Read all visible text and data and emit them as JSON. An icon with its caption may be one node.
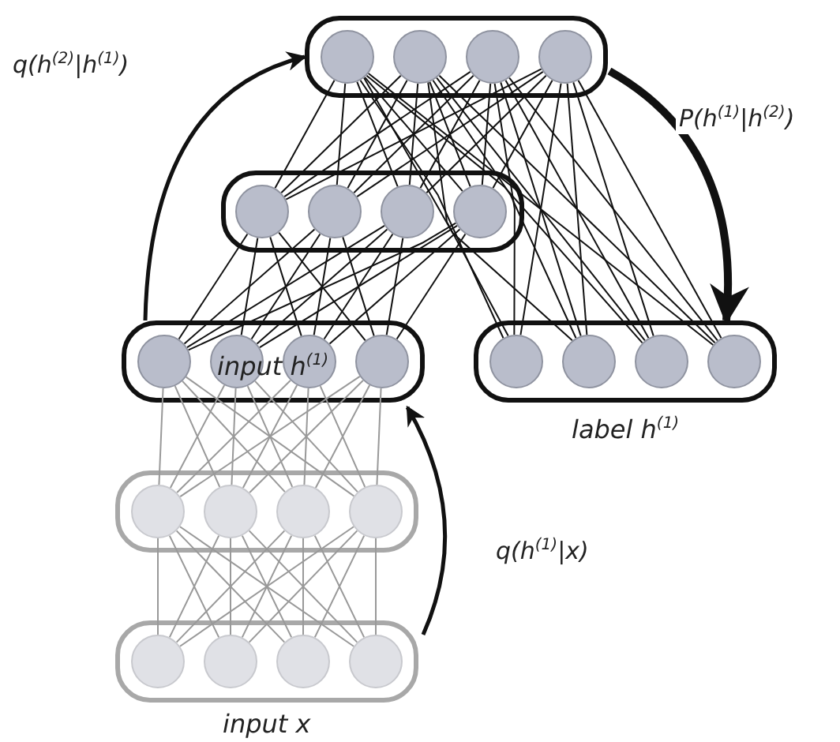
{
  "diagram": {
    "nodes": [
      {
        "text": [],
        "shape": "box"
      },
      {
        "text": [],
        "shape": "circle",
        "in": 0
      },
      {
        "text": [],
        "shape": "circle",
        "in": 0
      },
      {
        "text": [],
        "shape": "circle",
        "in": 0
      },
      {
        "text": [],
        "shape": "circle",
        "in": 0
      },
      {
        "text": [],
        "shape": "box"
      },
      {
        "text": [],
        "shape": "circle",
        "in": 5
      },
      {
        "text": [],
        "shape": "circle",
        "in": 5
      },
      {
        "text": [],
        "shape": "circle",
        "in": 5
      },
      {
        "text": [],
        "shape": "circle",
        "in": 5
      },
      {
        "text": [
          "input h$^{(1)}$"
        ]
      },
      {
        "text": [],
        "shape": "circle",
        "in": 10
      },
      {
        "text": [],
        "shape": "circle",
        "in": 10
      },
      {
        "text": [],
        "shape": "circle",
        "in": 10
      },
      {
        "text": [],
        "shape": "circle",
        "in": 10
      },
      {
        "text": [
          "label h$^{(1)}$"
        ]
      },
      {
        "text": [],
        "shape": "circle",
        "in": 15
      },
      {
        "text": [],
        "shape": "circle",
        "in": 15
      },
      {
        "text": [],
        "shape": "circle",
        "in": 15
      },
      {
        "text": [],
        "shape": "circle",
        "in": 15
      },
      {
        "text": [],
        "shape": "box"
      },
      {
        "text": [],
        "shape": "circle",
        "in": 20
      },
      {
        "text": [],
        "shape": "circle",
        "in": 20
      },
      {
        "text": [],
        "shape": "circle",
        "in": 20
      },
      {
        "text": [],
        "shape": "circle",
        "in": 20
      },
      {
        "text": [
          "input x"
        ]
      },
      {
        "text": [],
        "shape": "circle",
        "in": 25
      },
      {
        "text": [],
        "shape": "circle",
        "in": 25
      },
      {
        "text": [],
        "shape": "circle",
        "in": 25
      },
      {
        "text": [],
        "shape": "circle",
        "in": 25
      }
    ],
    "edges": [
      {
        "from": 26,
        "to": 21,
        "arrow": "none",
        "color": "#999999"
      },
      {
        "from": 26,
        "to": 22,
        "arrow": "none",
        "color": "#999999"
      },
      {
        "from": 26,
        "to": 23,
        "arrow": "none",
        "color": "#999999"
      },
      {
        "from": 26,
        "to": 24,
        "arrow": "none",
        "color": "#999999"
      },
      {
        "from": 27,
        "to": 21,
        "arrow": "none",
        "color": "#999999"
      },
      {
        "from": 27,
        "to": 22,
        "arrow": "none",
        "color": "#999999"
      },
      {
        "from": 27,
        "to": 23,
        "arrow": "none",
        "color": "#999999"
      },
      {
        "from": 27,
        "to": 24,
        "arrow": "none",
        "color": "#999999"
      },
      {
        "from": 28,
        "to": 21,
        "arrow": "none",
        "color": "#999999"
      },
      {
        "from": 28,
        "to": 22,
        "arrow": "none",
        "color": "#999999"
      },
      {
        "from": 28,
        "to": 23,
        "arrow": "none",
        "color": "#999999"
      },
      {
        "from": 28,
        "to": 24,
        "arrow": "none",
        "color": "#999999"
      },
      {
        "from": 29,
        "to": 21,
        "arrow": "none",
        "color": "#999999"
      },
      {
        "from": 29,
        "to": 22,
        "arrow": "none",
        "color": "#999999"
      },
      {
        "from": 29,
        "to": 23,
        "arrow": "none",
        "color": "#999999"
      },
      {
        "from": 29,
        "to": 24,
        "arrow": "none",
        "color": "#999999"
      },
      {
        "from": 21,
        "to": 11,
        "arrow": "none",
        "color": "#999999"
      },
      {
        "from": 21,
        "to": 12,
        "arrow": "none",
        "color": "#999999"
      },
      {
        "from": 21,
        "to": 13,
        "arrow": "none",
        "color": "#999999"
      },
      {
        "from": 21,
        "to": 14,
        "arrow": "none",
        "color": "#999999"
      },
      {
        "from": 22,
        "to": 11,
        "arrow": "none",
        "color": "#999999"
      },
      {
        "from": 22,
        "to": 12,
        "arrow": "none",
        "color": "#999999"
      },
      {
        "from": 22,
        "to": 13,
        "arrow": "none",
        "color": "#999999"
      },
      {
        "from": 22,
        "to": 14,
        "arrow": "none",
        "color": "#999999"
      },
      {
        "from": 23,
        "to": 11,
        "arrow": "none",
        "color": "#999999"
      },
      {
        "from": 23,
        "to": 12,
        "arrow": "none",
        "color": "#999999"
      },
      {
        "from": 23,
        "to": 13,
        "arrow": "none",
        "color": "#999999"
      },
      {
        "from": 23,
        "to": 14,
        "arrow": "none",
        "color": "#999999"
      },
      {
        "from": 24,
        "to": 11,
        "arrow": "none",
        "color": "#999999"
      },
      {
        "from": 24,
        "to": 12,
        "arrow": "none",
        "color": "#999999"
      },
      {
        "from": 24,
        "to": 13,
        "arrow": "none",
        "color": "#999999"
      },
      {
        "from": 24,
        "to": 14,
        "arrow": "none",
        "color": "#999999"
      },
      {
        "from": 11,
        "to": 6,
        "arrow": "none"
      },
      {
        "from": 11,
        "to": 7,
        "arrow": "none"
      },
      {
        "from": 11,
        "to": 8,
        "arrow": "none"
      },
      {
        "from": 11,
        "to": 9,
        "arrow": "none"
      },
      {
        "from": 12,
        "to": 6,
        "arrow": "none"
      },
      {
        "from": 12,
        "to": 7,
        "arrow": "none"
      },
      {
        "from": 12,
        "to": 8,
        "arrow": "none"
      },
      {
        "from": 12,
        "to": 9,
        "arrow": "none"
      },
      {
        "from": 13,
        "to": 6,
        "arrow": "none"
      },
      {
        "from": 13,
        "to": 7,
        "arrow": "none"
      },
      {
        "from": 13,
        "to": 8,
        "arrow": "none"
      },
      {
        "from": 13,
        "to": 9,
        "arrow": "none"
      },
      {
        "from": 14,
        "to": 6,
        "arrow": "none"
      },
      {
        "from": 14,
        "to": 7,
        "arrow": "none"
      },
      {
        "from": 14,
        "to": 8,
        "arrow": "none"
      },
      {
        "from": 14,
        "to": 9,
        "arrow": "none"
      },
      {
        "from": 6,
        "to": 1,
        "arrow": "none"
      },
      {
        "from": 6,
        "to": 2,
        "arrow": "none"
      },
      {
        "from": 6,
        "to": 3,
        "arrow": "none"
      },
      {
        "from": 6,
        "to": 4,
        "arrow": "none"
      },
      {
        "from": 7,
        "to": 1,
        "arrow": "none"
      },
      {
        "from": 7,
        "to": 2,
        "arrow": "none"
      },
      {
        "from": 7,
        "to": 3,
        "arrow": "none"
      },
      {
        "from": 7,
        "to": 4,
        "arrow": "none"
      },
      {
        "from": 8,
        "to": 1,
        "arrow": "none"
      },
      {
        "from": 8,
        "to": 2,
        "arrow": "none"
      },
      {
        "from": 8,
        "to": 3,
        "arrow": "none"
      },
      {
        "from": 8,
        "to": 4,
        "arrow": "none"
      },
      {
        "from": 9,
        "to": 1,
        "arrow": "none"
      },
      {
        "from": 9,
        "to": 2,
        "arrow": "none"
      },
      {
        "from": 9,
        "to": 3,
        "arrow": "none"
      },
      {
        "from": 9,
        "to": 4,
        "arrow": "none"
      },
      {
        "from": 1,
        "to": 16,
        "arrow": "none"
      },
      {
        "from": 1,
        "to": 17,
        "arrow": "none"
      },
      {
        "from": 1,
        "to": 18,
        "arrow": "none"
      },
      {
        "from": 1,
        "to": 19,
        "arrow": "none"
      },
      {
        "from": 2,
        "to": 16,
        "arrow": "none"
      },
      {
        "from": 2,
        "to": 17,
        "arrow": "none"
      },
      {
        "from": 2,
        "to": 18,
        "arrow": "none"
      },
      {
        "from": 2,
        "to": 19,
        "arrow": "none"
      },
      {
        "from": 3,
        "to": 16,
        "arrow": "none"
      },
      {
        "from": 3,
        "to": 17,
        "arrow": "none"
      },
      {
        "from": 3,
        "to": 18,
        "arrow": "none"
      },
      {
        "from": 3,
        "to": 19,
        "arrow": "none"
      },
      {
        "from": 4,
        "to": 16,
        "arrow": "none"
      },
      {
        "from": 4,
        "to": 17,
        "arrow": "none"
      },
      {
        "from": 4,
        "to": 18,
        "arrow": "none"
      },
      {
        "from": 4,
        "to": 19,
        "arrow": "none"
      },
      {
        "from": 25,
        "to": 10,
        "arrow": "to",
        "label": "q(h$^{(1)}$|x)",
        "style": "thick"
      },
      {
        "from": 10,
        "to": 0,
        "arrow": "to",
        "label": "q(h$^{(2)}$|h$^{(1)}$)",
        "style": "thick"
      },
      {
        "from": 0,
        "to": 15,
        "arrow": "to",
        "label": "P(h$^{(1)}$|h$^{(2)}$)",
        "style": "thick"
      }
    ]
  }
}
